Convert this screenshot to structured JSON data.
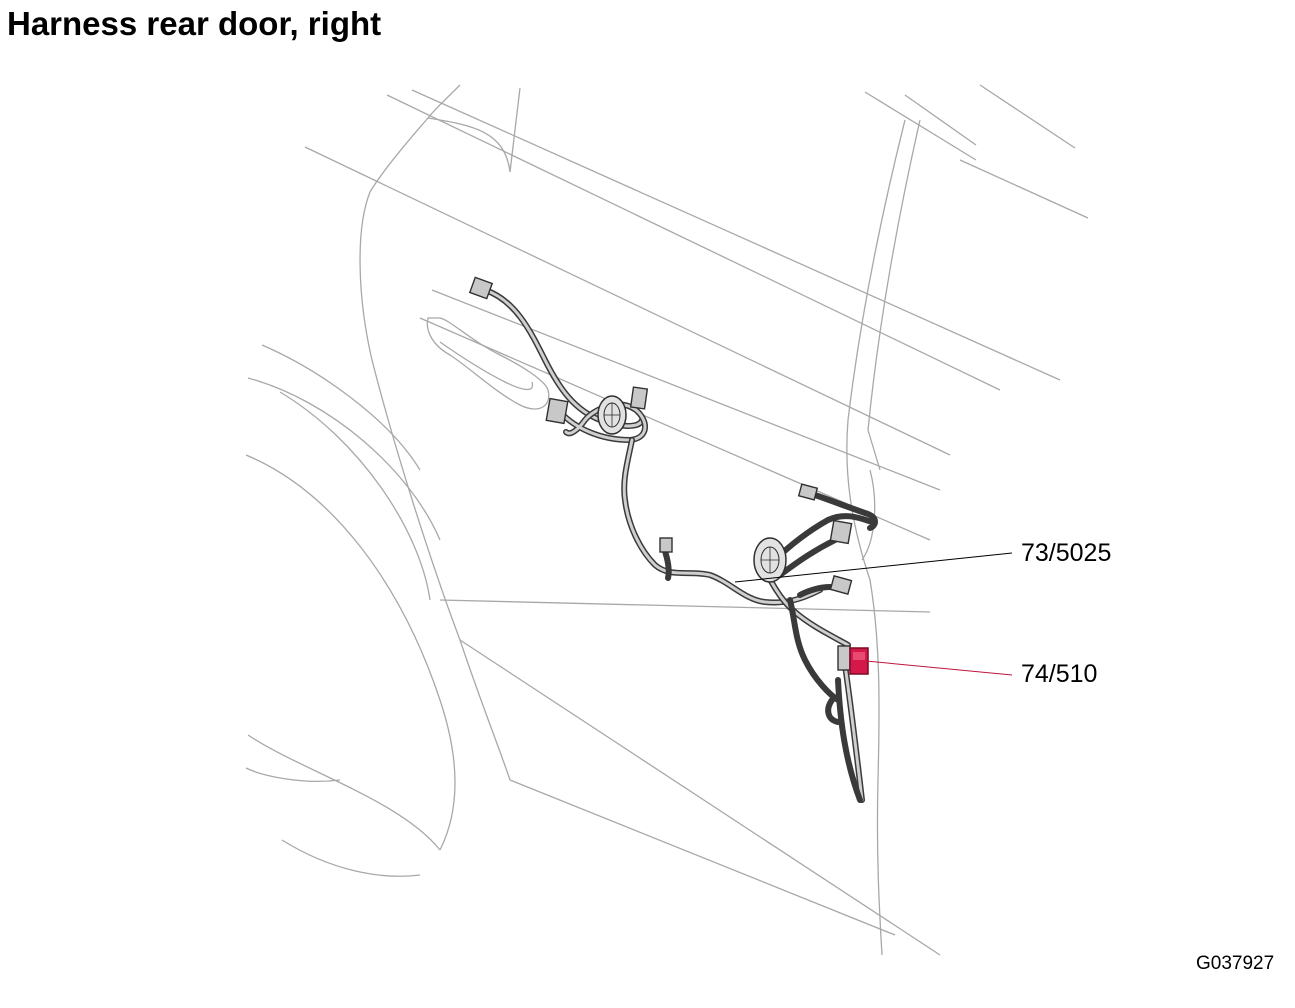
{
  "title": "Harness rear door, right",
  "callouts": [
    {
      "label": "73/5025"
    },
    {
      "label": "74/510"
    }
  ],
  "figure_id": "G037927",
  "colors": {
    "highlight_component": "#d4184a",
    "harness": "#3a3a3a",
    "body_outline": "#a8a8a8",
    "leader_74_510": "#c0143c"
  }
}
